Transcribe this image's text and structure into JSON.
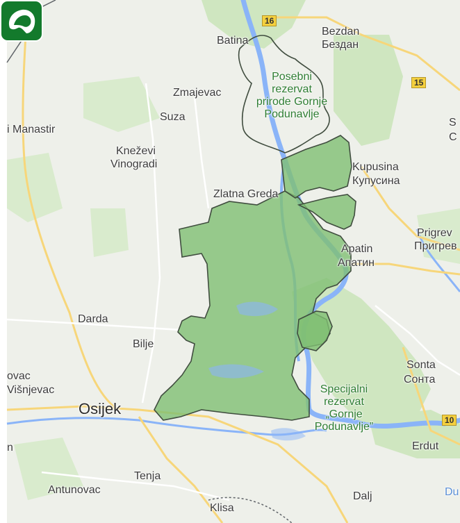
{
  "map": {
    "colors": {
      "land": "#eef0ea",
      "forest": "#cfe6c0",
      "reserve_fill": "#7fbf73",
      "reserve_border": "#404d3f",
      "water": "#8ab4f8",
      "road_major": "#f7d67a",
      "road_minor": "#ffffff",
      "border": "#5f6368",
      "logo_bg": "#137a2c"
    },
    "shields": [
      {
        "id": "road-16",
        "text": "16"
      },
      {
        "id": "road-15",
        "text": "15"
      },
      {
        "id": "road-10",
        "text": "10"
      }
    ],
    "places": {
      "batina": "Batina",
      "bezdan": "Bezdan",
      "bezdan_cyr": "Бездан",
      "zmajevac": "Zmajevac",
      "suza": "Suza",
      "manastir": "i Manastir",
      "knezevi_1": "Kneževi",
      "knezevi_2": "Vinogradi",
      "zlatna_greda": "Zlatna Greda",
      "kupusina": "Kupusina",
      "kupusina_cyr": "Купусина",
      "apatin": "Apatin",
      "apatin_cyr": "Апатин",
      "prigrev": "Prigrev",
      "prigrev_cyr": "Пригрев",
      "so_1": "S",
      "so_2": "C",
      "darda": "Darda",
      "bilje": "Bilje",
      "vac": "ovac",
      "visnjevac": "Višnjevac",
      "osijek": "Osijek",
      "n": "n",
      "sonta": "Sonta",
      "sonta_cyr": "Сонта",
      "erdut": "Erdut",
      "tenja": "Tenja",
      "antunovac": "Antunovac",
      "klisa": "Klisa",
      "dalj": "Dalj",
      "du": "Du"
    },
    "reserves": {
      "north_1": "Posebni",
      "north_2": "rezervat",
      "north_3": "prirode Gornje",
      "north_4": "Podunavlje",
      "south_1": "Specijalni",
      "south_2": "rezervat",
      "south_3": "„Gornje",
      "south_4": "Podunavlje”"
    }
  }
}
